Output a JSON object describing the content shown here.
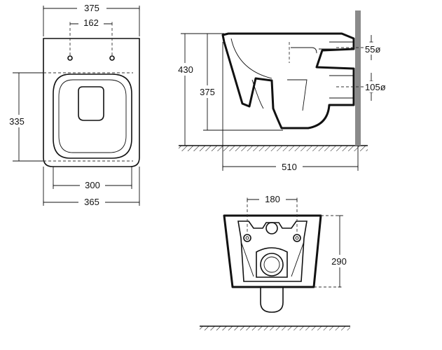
{
  "colors": {
    "line": "#111111",
    "wall": "#8a8a8a",
    "background": "#ffffff"
  },
  "top_view": {
    "overall_width": "375",
    "fixing_spacing": "162",
    "seat_depth": "335",
    "inner_width": "300",
    "outer_width": "365"
  },
  "side_view": {
    "total_height": "430",
    "rim_height": "375",
    "depth": "510",
    "inlet_diameter": "55ø",
    "outlet_diameter": "105ø"
  },
  "rear_view": {
    "bolt_spacing": "180",
    "height": "290"
  }
}
